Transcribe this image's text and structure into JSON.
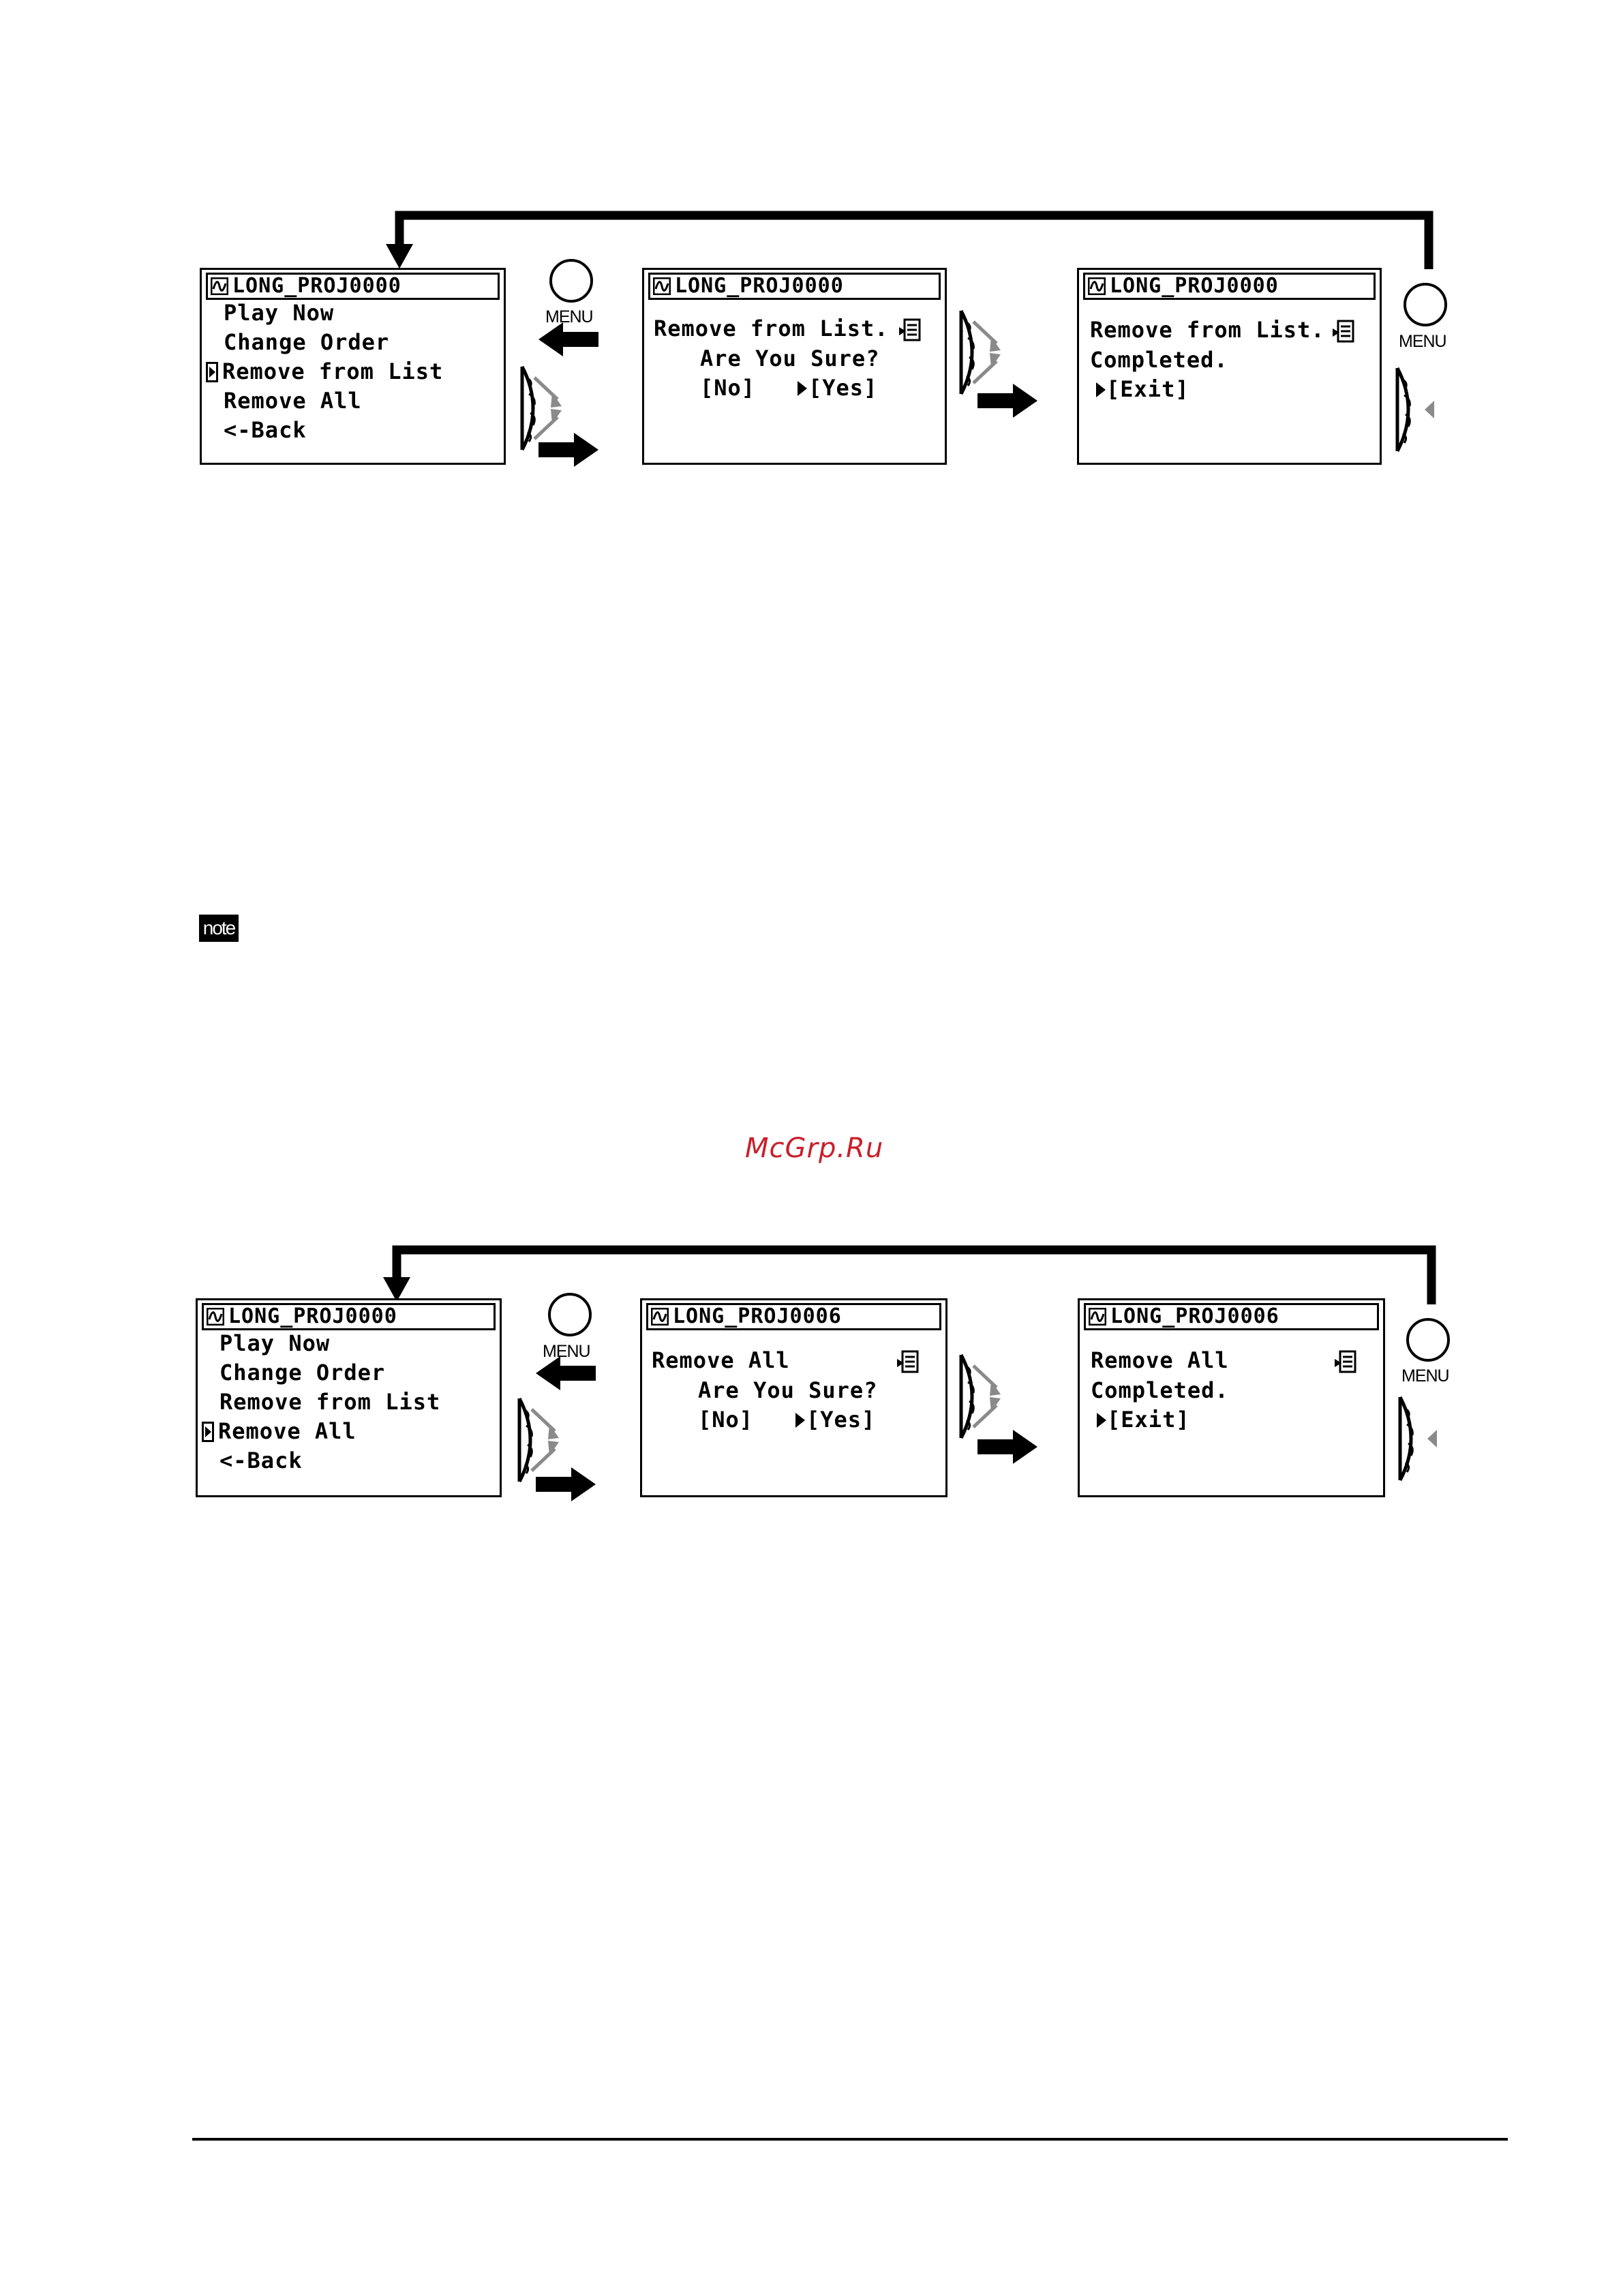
{
  "diagram_1": {
    "screen_1": {
      "title": "LONG_PROJ0000",
      "lines": [
        "Play Now",
        "Change Order",
        "Remove from List",
        "Remove All",
        "<-Back"
      ],
      "cursor_on": "Remove from List"
    },
    "screen_2": {
      "title": "LONG_PROJ0000",
      "line1": "Remove from List.",
      "line2": "Are You Sure?",
      "option_no": "[No]",
      "option_yes": "[Yes]"
    },
    "screen_3": {
      "title": "LONG_PROJ0000",
      "line1": "Remove from List.",
      "line2": "Completed.",
      "option_exit": "[Exit]"
    },
    "menu_label_left": "MENU",
    "menu_label_right": "MENU"
  },
  "note_badge": "note",
  "watermark": "McGrp.Ru",
  "diagram_2": {
    "screen_1": {
      "title": "LONG_PROJ0000",
      "lines": [
        "Play Now",
        "Change Order",
        "Remove from List",
        "Remove All",
        "<-Back"
      ],
      "cursor_on": "Remove All"
    },
    "screen_2": {
      "title": "LONG_PROJ0006",
      "line1": "Remove All",
      "line2": "Are You Sure?",
      "option_no": "[No]",
      "option_yes": "[Yes]"
    },
    "screen_3": {
      "title": "LONG_PROJ0006",
      "line1": "Remove All",
      "line2": "Completed.",
      "option_exit": "[Exit]"
    },
    "menu_label_left": "MENU",
    "menu_label_right": "MENU"
  },
  "colors": {
    "ink": "#000000",
    "dial_arrow": "#8a8a8a",
    "watermark": "#c8202a"
  }
}
